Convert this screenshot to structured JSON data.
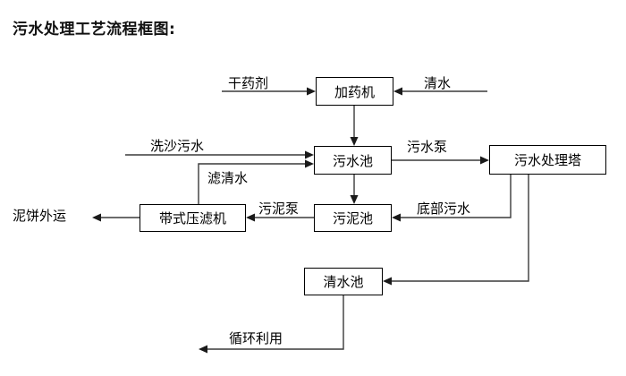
{
  "title": "污水处理工艺流程框图:",
  "nodes": {
    "dosing_machine": "加药机",
    "wastewater_pool": "污水池",
    "treatment_tower": "污水处理塔",
    "belt_filter_press": "带式压滤机",
    "sludge_pool": "污泥池",
    "clear_water_pool": "清水池"
  },
  "edge_labels": {
    "dry_chemical": "干药剂",
    "clean_water": "清水",
    "sand_wash_wastewater": "洗沙污水",
    "filtered_clear_water": "滤清水",
    "sewage_pump": "污水泵",
    "sludge_pump": "污泥泵",
    "bottom_wastewater": "底部污水",
    "mud_cake_out": "泥饼外运",
    "recycle_reuse": "循环利用"
  },
  "colors": {
    "box_border": "#000000",
    "wire": "#3a3a3a",
    "arrowhead": "#1a1a1a",
    "text": "#000000",
    "background": "#ffffff"
  }
}
